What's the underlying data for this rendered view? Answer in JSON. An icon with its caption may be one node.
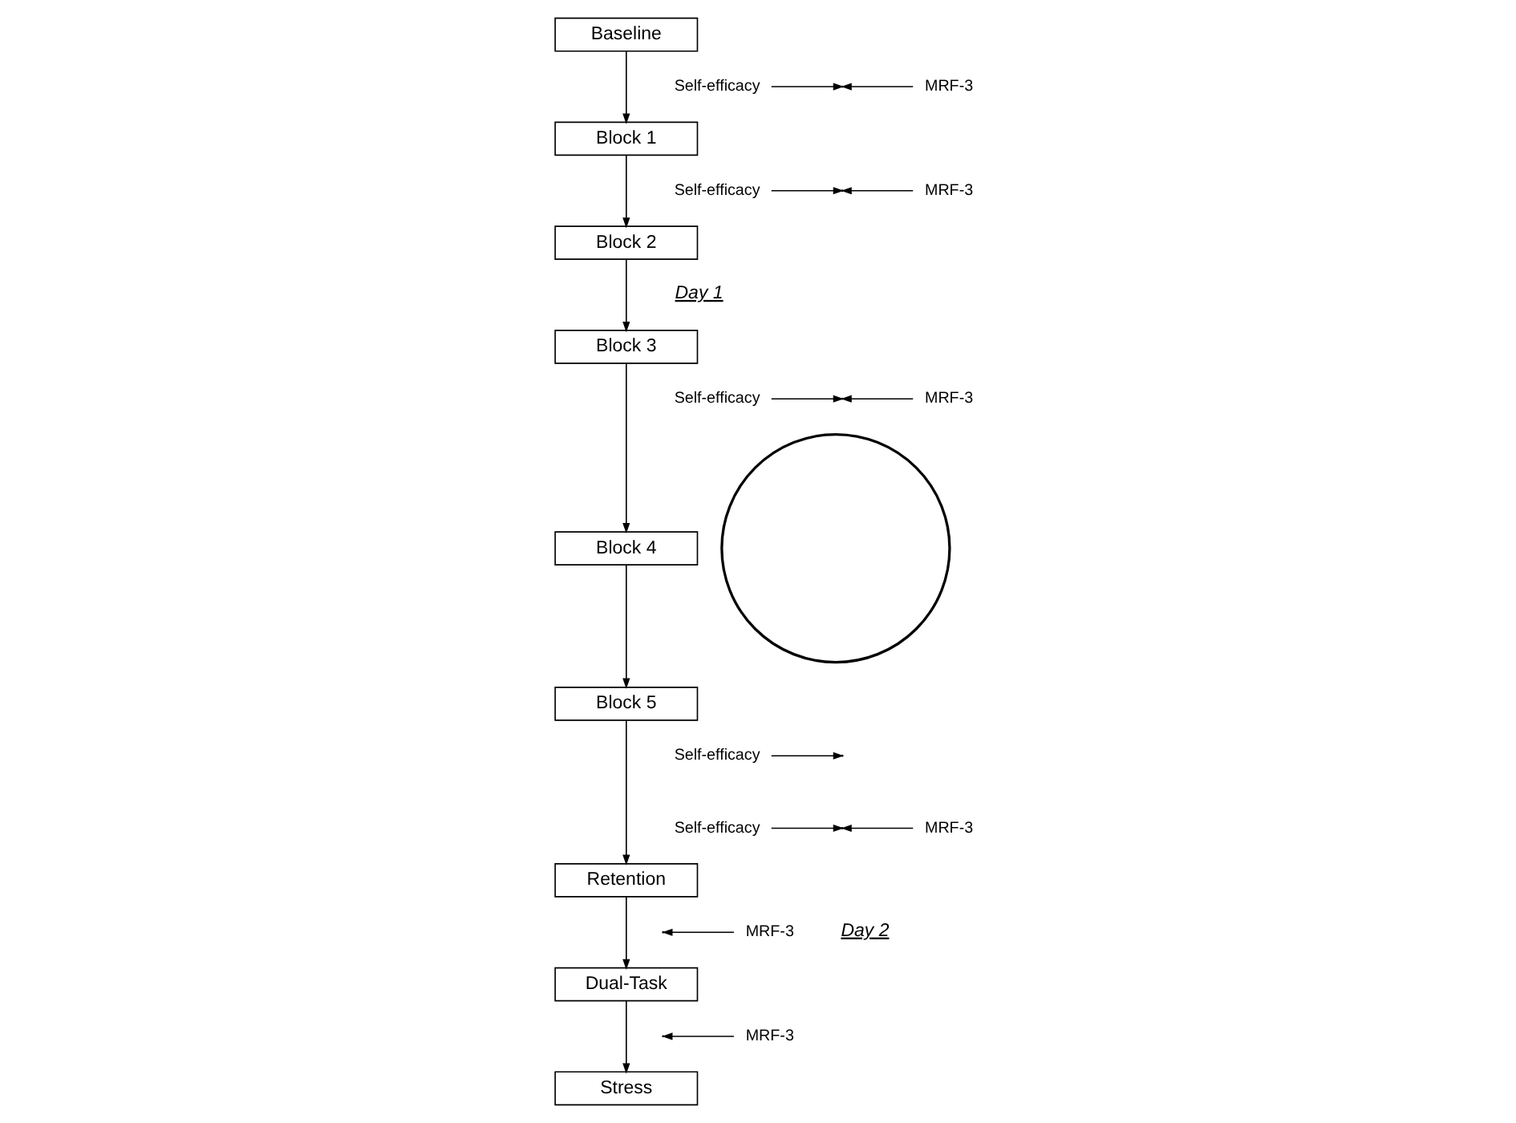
{
  "diagram": {
    "nodes": [
      {
        "text": [
          "Baseline"
        ]
      },
      {
        "text": [
          "Self-efficacy"
        ]
      },
      {
        "text": [
          "MRF-3"
        ]
      },
      {
        "text": [
          "Block 1"
        ]
      },
      {
        "text": [
          "Self-efficacy"
        ]
      },
      {
        "text": [
          "MRF-3"
        ]
      },
      {
        "text": [
          "Block 2"
        ]
      },
      {
        "text": [
          "Block 3"
        ]
      },
      {
        "text": [
          "Self-efficacy"
        ]
      },
      {
        "text": [
          "MRF-3"
        ]
      },
      {
        "text": [
          "Block 4"
        ]
      },
      {
        "text": [
          "Block 5"
        ]
      },
      {
        "text": [
          "Self-efficacy"
        ]
      },
      {
        "text": [
          "Self-efficacy"
        ]
      },
      {
        "text": [
          "MRF-3"
        ]
      },
      {
        "text": [
          "Retention"
        ]
      },
      {
        "text": [
          "MRF-3"
        ]
      },
      {
        "text": [
          "Dual-Task"
        ]
      },
      {
        "text": [
          "MRF-3"
        ]
      },
      {
        "text": [
          "Stress"
        ]
      },
      {
        "text": [],
        "shape": "circle"
      }
    ],
    "edges": [
      {
        "from": 0,
        "to": 3,
        "arrow": "to"
      },
      {
        "from": 3,
        "to": 6,
        "arrow": "to"
      },
      {
        "from": 6,
        "to": 7,
        "arrow": "to"
      },
      {
        "from": 7,
        "to": 10,
        "arrow": "to"
      },
      {
        "from": 10,
        "to": 11,
        "arrow": "to"
      },
      {
        "from": 11,
        "to": 15,
        "arrow": "to"
      },
      {
        "from": 15,
        "to": 17,
        "arrow": "to"
      },
      {
        "from": 17,
        "to": 19,
        "arrow": "to"
      },
      {
        "from": 1,
        "to": null,
        "arrow": "to"
      },
      {
        "from": 2,
        "to": null,
        "arrow": "to"
      },
      {
        "from": 4,
        "to": null,
        "arrow": "to"
      },
      {
        "from": 5,
        "to": null,
        "arrow": "to"
      },
      {
        "from": 8,
        "to": null,
        "arrow": "to"
      },
      {
        "from": 9,
        "to": null,
        "arrow": "to"
      },
      {
        "from": 12,
        "to": null,
        "arrow": "to"
      },
      {
        "from": 13,
        "to": null,
        "arrow": "to"
      },
      {
        "from": 14,
        "to": null,
        "arrow": "to"
      },
      {
        "from": 16,
        "to": null,
        "arrow": "to"
      },
      {
        "from": 18,
        "to": null,
        "arrow": "to"
      }
    ],
    "labels": [
      "Day 1",
      "Day 2"
    ]
  }
}
